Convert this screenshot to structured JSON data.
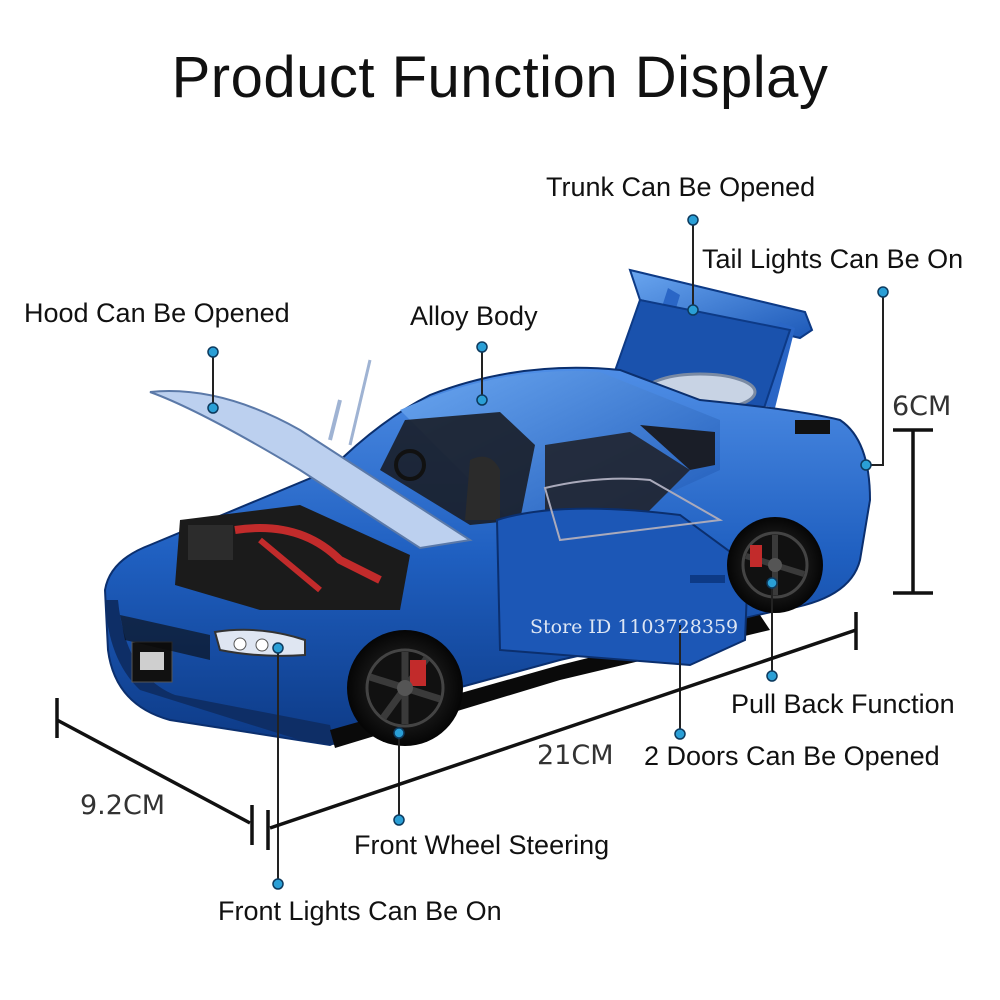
{
  "title": "Product Function Display",
  "labels": {
    "trunk": "Trunk Can Be Opened",
    "tail_lights": "Tail Lights Can Be On",
    "hood": "Hood Can Be Opened",
    "alloy_body": "Alloy Body",
    "pull_back": "Pull Back Function",
    "doors": "2 Doors Can Be Opened",
    "front_wheel": "Front Wheel Steering",
    "front_lights": "Front Lights Can Be On"
  },
  "dimensions": {
    "height": "6CM",
    "length": "21CM",
    "width": "9.2CM"
  },
  "watermark": "Store ID 1103728359",
  "colors": {
    "car_body": "#1f5fc0",
    "marker_dot": "#2a9fd6"
  }
}
